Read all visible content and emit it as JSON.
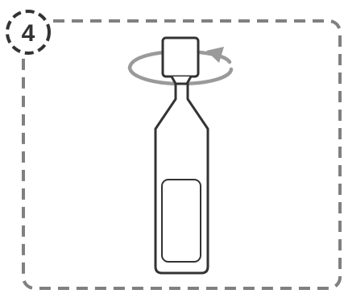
{
  "step": {
    "number": "4"
  },
  "icons": {
    "frame": "dashed-rounded-frame",
    "badge": "dashed-circle-badge",
    "bottle": "ampoule-bottle-icon",
    "rotation": "rotate-arrow-icon",
    "cap": "cap-icon",
    "label": "label-window-icon"
  },
  "colors": {
    "stroke": "#333333",
    "frame": "#808080",
    "arrow": "#9a9a9a",
    "background": "#ffffff"
  }
}
